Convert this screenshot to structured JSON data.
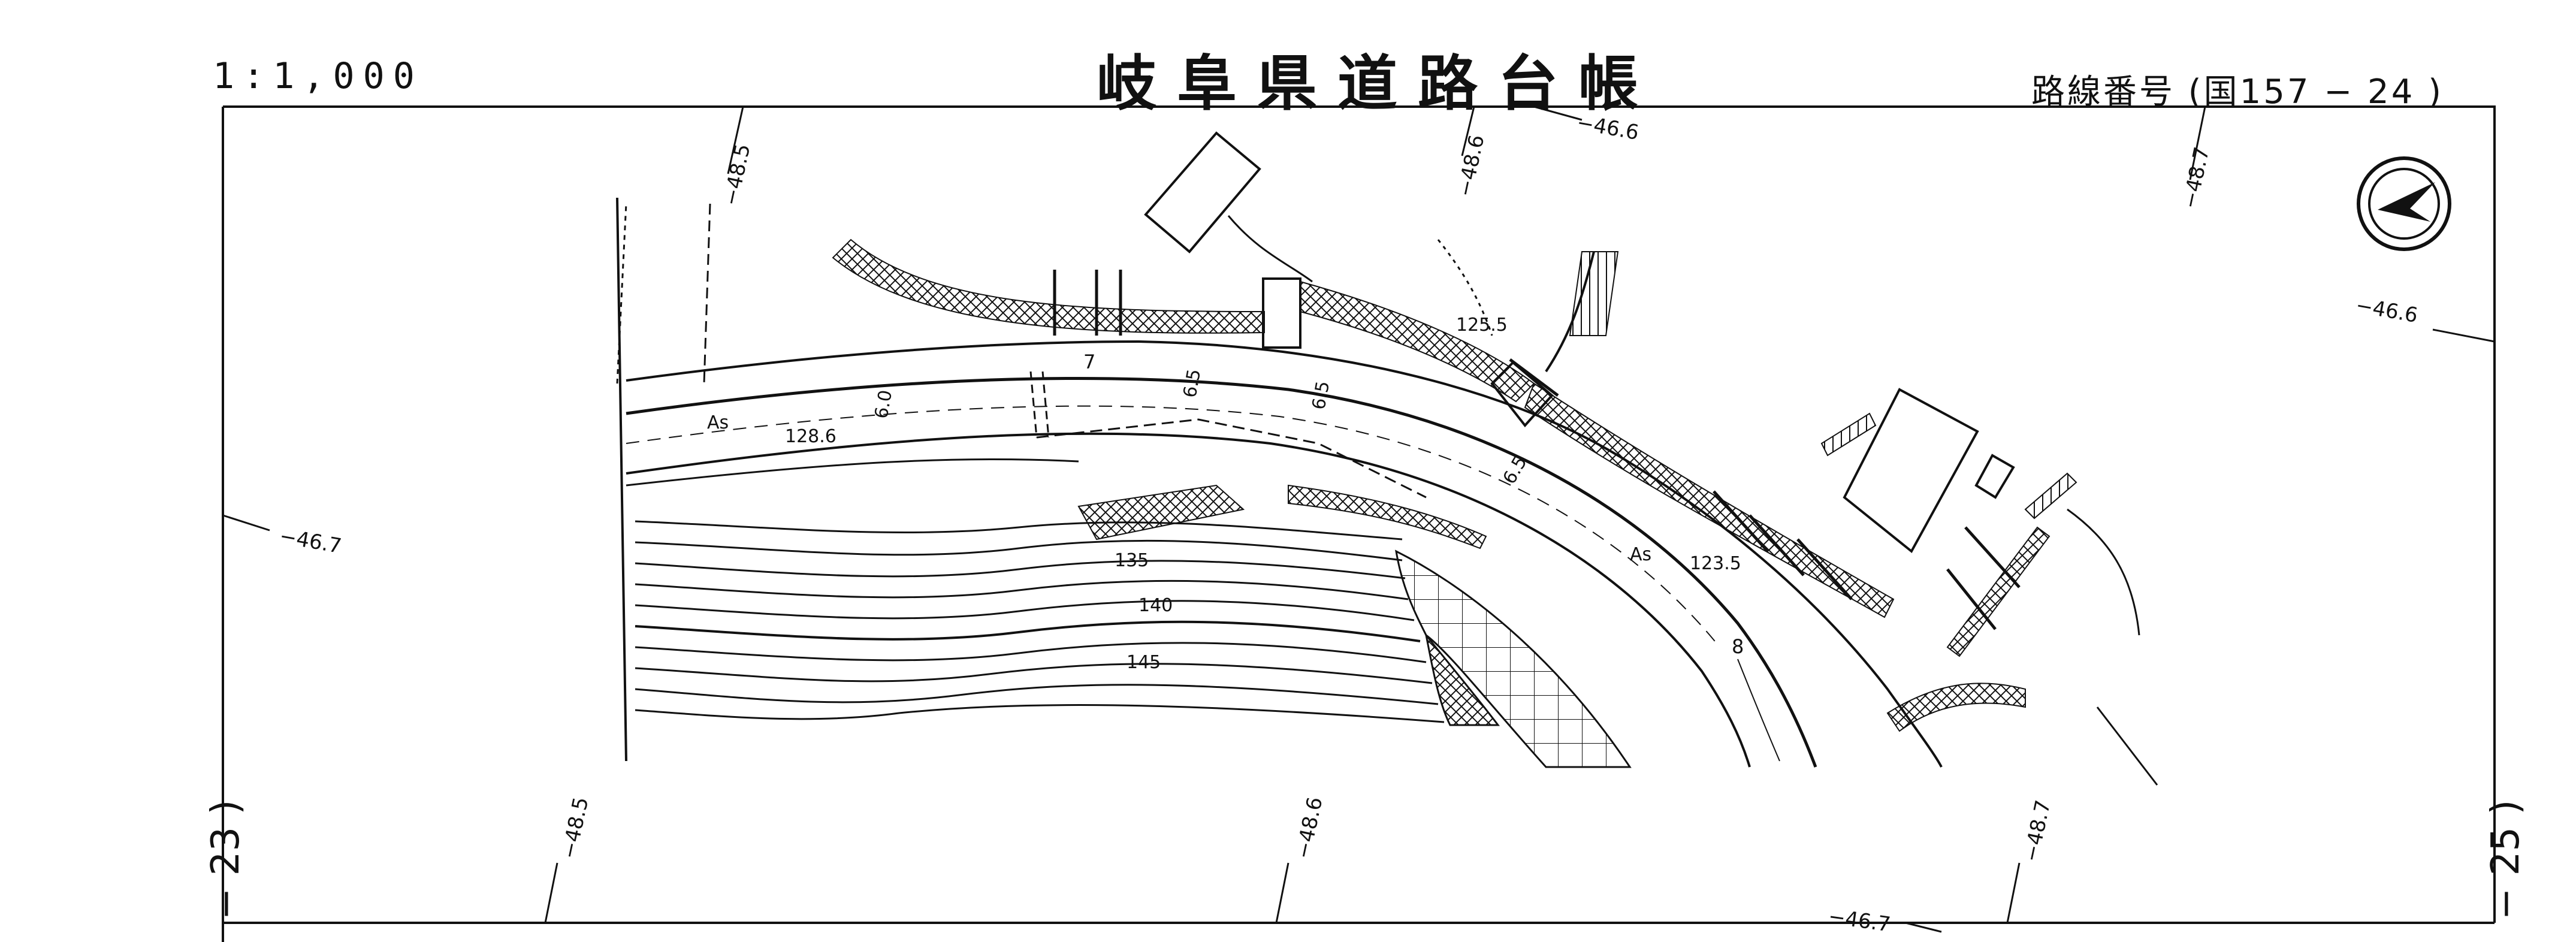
{
  "header": {
    "scale": "1:1,000",
    "title": "岐阜県道路台帳",
    "route": "路線番号 (国157 − 24 )"
  },
  "sheet_neighbors": {
    "left": "− 23 )",
    "right": "− 25 )"
  },
  "grid_labels": {
    "top_1": "−48.5",
    "top_2": "−48.6",
    "top_3": "−48.7",
    "top_4": "−46.6",
    "right_1": "−46.6",
    "left_1": "−46.7",
    "bottom_1": "−48.5",
    "bottom_2": "−48.6",
    "bottom_3": "−48.7",
    "bottom_4": "−46.7"
  },
  "map_labels": {
    "surface_1": "As",
    "surface_2": "As",
    "elev_1": "128.6",
    "elev_2": "125.5",
    "elev_3": "123.5",
    "contour_1": "135",
    "contour_2": "140",
    "contour_3": "145",
    "width_1": "6.0",
    "width_2": "6.5",
    "width_3": "6.5",
    "width_4": "6.5",
    "num_7": "7",
    "num_8": "8"
  },
  "north_arrow": "north-arrow-icon"
}
